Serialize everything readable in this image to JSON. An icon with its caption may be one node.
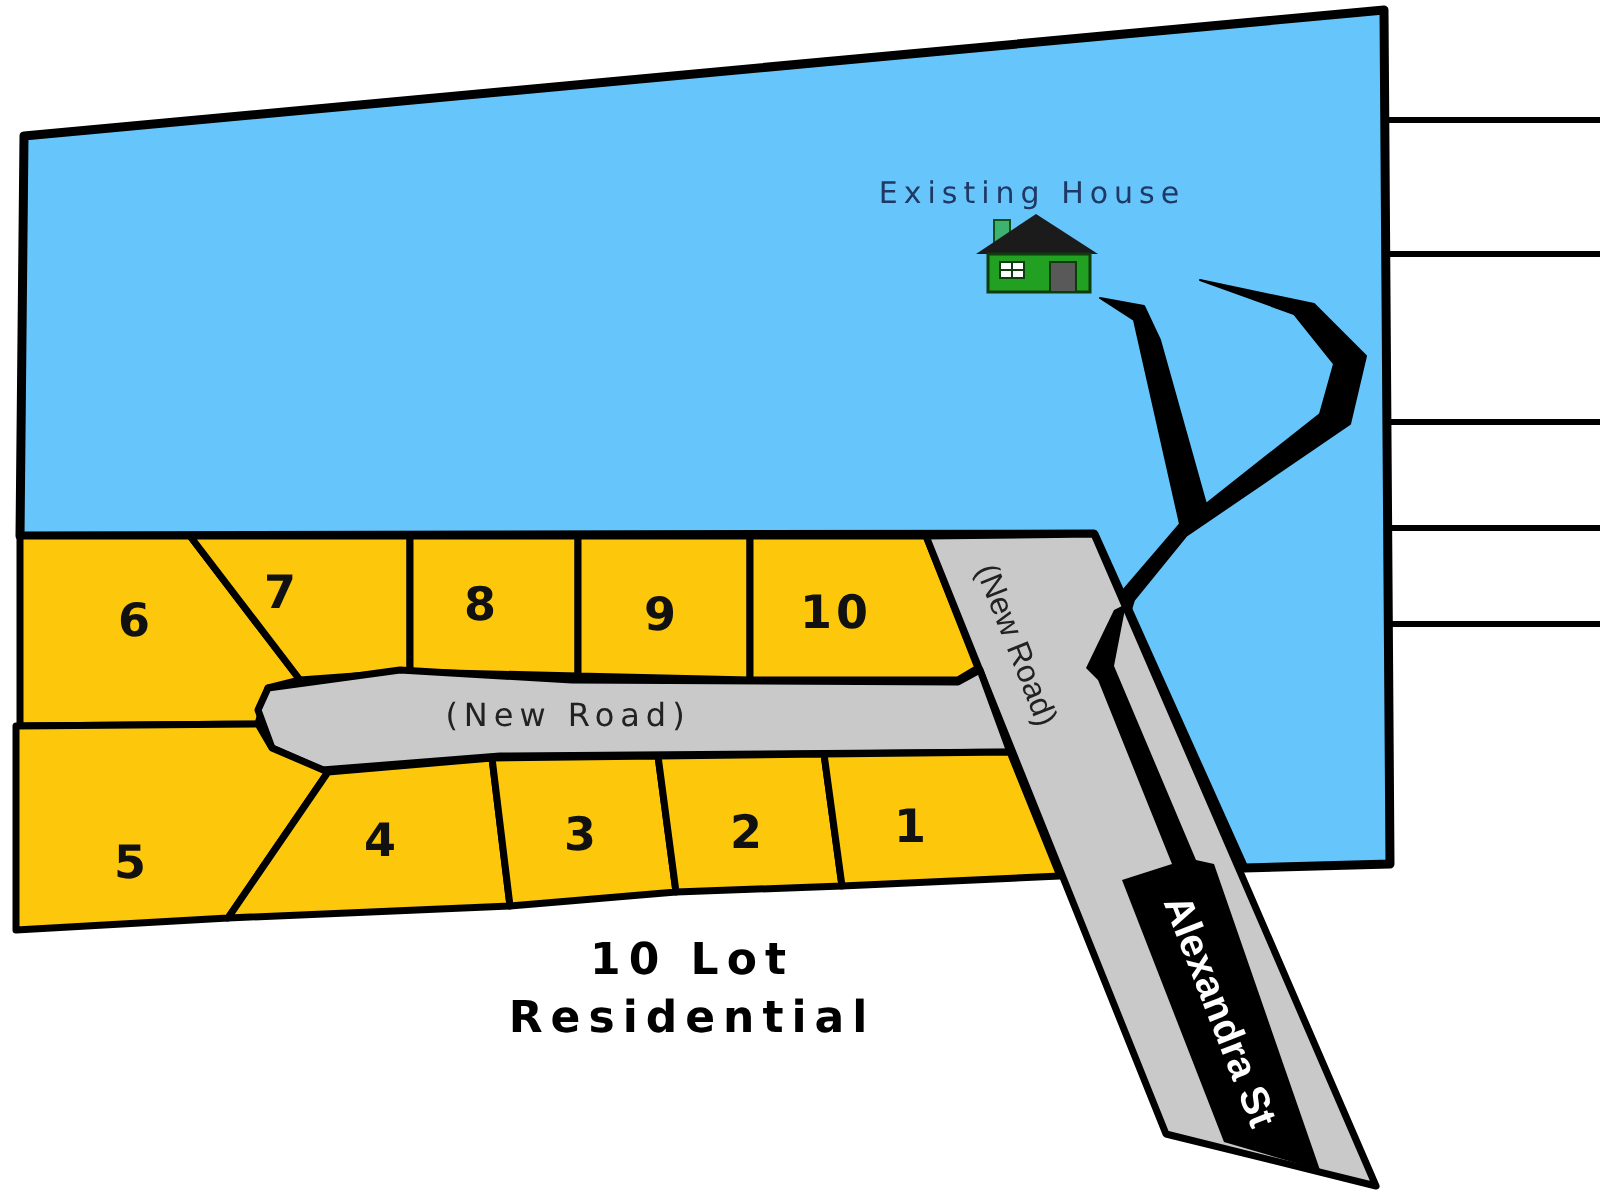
{
  "diagram": {
    "title": "10 Lot Residential",
    "nodes": [
      {
        "text": [
          "Existing House"
        ]
      },
      {
        "text": [
          "6"
        ]
      },
      {
        "text": [
          "7"
        ]
      },
      {
        "text": [
          "8"
        ]
      },
      {
        "text": [
          "9"
        ]
      },
      {
        "text": [
          "10"
        ]
      },
      {
        "text": [
          "(New Road)"
        ]
      },
      {
        "text": [
          "(New Road)"
        ]
      },
      {
        "text": [
          "5"
        ]
      },
      {
        "text": [
          "4"
        ]
      },
      {
        "text": [
          "3"
        ]
      },
      {
        "text": [
          "2"
        ]
      },
      {
        "text": [
          "1"
        ]
      },
      {
        "text": [
          "Alexandra St"
        ],
        "in": 6
      }
    ]
  }
}
